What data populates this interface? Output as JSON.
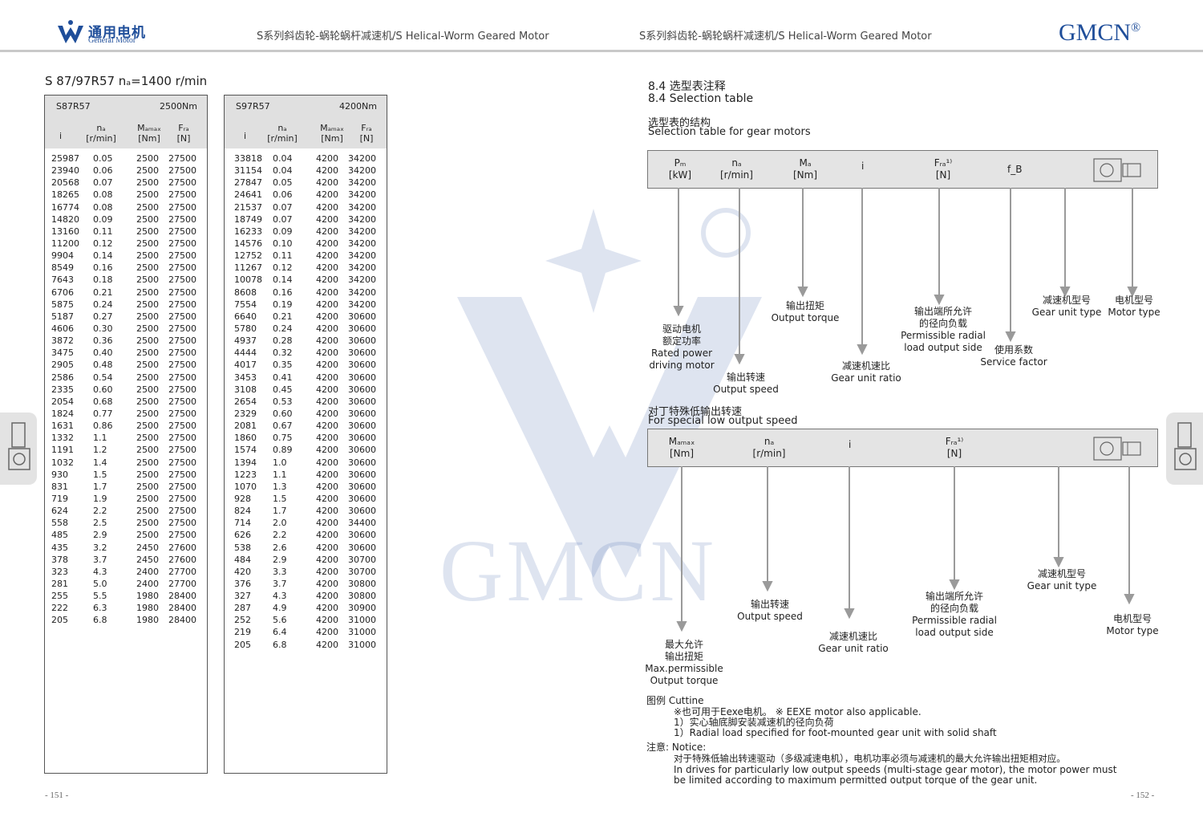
{
  "header": {
    "logo_cn": "通用电机",
    "logo_en": "General Motor",
    "title_left": "S系列斜齿轮-蜗轮蜗杆减速机/S Helical-Worm  Geared Motor",
    "title_right": "S系列斜齿轮-蜗轮蜗杆减速机/S Helical-Worm  Geared Motor",
    "brand": "GMCN",
    "brand_mark": "®"
  },
  "colors": {
    "brand": "#1f4e9a",
    "table_head": "#e0e0e0",
    "arrow": "#9a9a9a"
  },
  "watermark": {
    "text": "GMCN"
  },
  "left_page": {
    "title": "S 87/97R57   nₐ=1400  r/min",
    "page_number": "- 151 -",
    "tables": [
      {
        "model": "S87R57",
        "torque": "2500Nm",
        "headers": {
          "i": "i",
          "na": "nₐ",
          "na_unit": "[r/min]",
          "ma": "Mₐₘₐₓ",
          "ma_unit": "[Nm]",
          "fra": "Fᵣₐ",
          "fra_unit": "[N]"
        },
        "rows": [
          [
            "25987",
            "0.05",
            "2500",
            "27500"
          ],
          [
            "23940",
            "0.06",
            "2500",
            "27500"
          ],
          [
            "20568",
            "0.07",
            "2500",
            "27500"
          ],
          [
            "18265",
            "0.08",
            "2500",
            "27500"
          ],
          [
            "16774",
            "0.08",
            "2500",
            "27500"
          ],
          [
            "14820",
            "0.09",
            "2500",
            "27500"
          ],
          [
            "13160",
            "0.11",
            "2500",
            "27500"
          ],
          [
            "11200",
            "0.12",
            "2500",
            "27500"
          ],
          [
            "9904",
            "0.14",
            "2500",
            "27500"
          ],
          [
            "8549",
            "0.16",
            "2500",
            "27500"
          ],
          [
            "7643",
            "0.18",
            "2500",
            "27500"
          ],
          [
            "6706",
            "0.21",
            "2500",
            "27500"
          ],
          [
            "5875",
            "0.24",
            "2500",
            "27500"
          ],
          [
            "5187",
            "0.27",
            "2500",
            "27500"
          ],
          [
            "4606",
            "0.30",
            "2500",
            "27500"
          ],
          [
            "3872",
            "0.36",
            "2500",
            "27500"
          ],
          [
            "3475",
            "0.40",
            "2500",
            "27500"
          ],
          [
            "2905",
            "0.48",
            "2500",
            "27500"
          ],
          [
            "2586",
            "0.54",
            "2500",
            "27500"
          ],
          [
            "2335",
            "0.60",
            "2500",
            "27500"
          ],
          [
            "2054",
            "0.68",
            "2500",
            "27500"
          ],
          [
            "1824",
            "0.77",
            "2500",
            "27500"
          ],
          [
            "1631",
            "0.86",
            "2500",
            "27500"
          ],
          [
            "1332",
            "1.1",
            "2500",
            "27500"
          ],
          [
            "1191",
            "1.2",
            "2500",
            "27500"
          ],
          [
            "1032",
            "1.4",
            "2500",
            "27500"
          ],
          [
            "930",
            "1.5",
            "2500",
            "27500"
          ],
          [
            "831",
            "1.7",
            "2500",
            "27500"
          ],
          [
            "719",
            "1.9",
            "2500",
            "27500"
          ],
          [
            "624",
            "2.2",
            "2500",
            "27500"
          ],
          [
            "558",
            "2.5",
            "2500",
            "27500"
          ],
          [
            "485",
            "2.9",
            "2500",
            "27500"
          ],
          [
            "435",
            "3.2",
            "2450",
            "27600"
          ],
          [
            "378",
            "3.7",
            "2450",
            "27600"
          ],
          [
            "323",
            "4.3",
            "2400",
            "27700"
          ],
          [
            "281",
            "5.0",
            "2400",
            "27700"
          ],
          [
            "255",
            "5.5",
            "1980",
            "28400"
          ],
          [
            "222",
            "6.3",
            "1980",
            "28400"
          ],
          [
            "205",
            "6.8",
            "1980",
            "28400"
          ]
        ]
      },
      {
        "model": "S97R57",
        "torque": "4200Nm",
        "headers": {
          "i": "i",
          "na": "nₐ",
          "na_unit": "[r/min]",
          "ma": "Mₐₘₐₓ",
          "ma_unit": "[Nm]",
          "fra": "Fᵣₐ",
          "fra_unit": "[N]"
        },
        "rows": [
          [
            "33818",
            "0.04",
            "4200",
            "34200"
          ],
          [
            "31154",
            "0.04",
            "4200",
            "34200"
          ],
          [
            "27847",
            "0.05",
            "4200",
            "34200"
          ],
          [
            "24641",
            "0.06",
            "4200",
            "34200"
          ],
          [
            "21537",
            "0.07",
            "4200",
            "34200"
          ],
          [
            "18749",
            "0.07",
            "4200",
            "34200"
          ],
          [
            "16233",
            "0.09",
            "4200",
            "34200"
          ],
          [
            "14576",
            "0.10",
            "4200",
            "34200"
          ],
          [
            "12752",
            "0.11",
            "4200",
            "34200"
          ],
          [
            "11267",
            "0.12",
            "4200",
            "34200"
          ],
          [
            "10078",
            "0.14",
            "4200",
            "34200"
          ],
          [
            "8608",
            "0.16",
            "4200",
            "34200"
          ],
          [
            "7554",
            "0.19",
            "4200",
            "34200"
          ],
          [
            "6640",
            "0.21",
            "4200",
            "30600"
          ],
          [
            "5780",
            "0.24",
            "4200",
            "30600"
          ],
          [
            "4937",
            "0.28",
            "4200",
            "30600"
          ],
          [
            "4444",
            "0.32",
            "4200",
            "30600"
          ],
          [
            "4017",
            "0.35",
            "4200",
            "30600"
          ],
          [
            "3453",
            "0.41",
            "4200",
            "30600"
          ],
          [
            "3108",
            "0.45",
            "4200",
            "30600"
          ],
          [
            "2654",
            "0.53",
            "4200",
            "30600"
          ],
          [
            "2329",
            "0.60",
            "4200",
            "30600"
          ],
          [
            "2081",
            "0.67",
            "4200",
            "30600"
          ],
          [
            "1860",
            "0.75",
            "4200",
            "30600"
          ],
          [
            "1574",
            "0.89",
            "4200",
            "30600"
          ],
          [
            "1394",
            "1.0",
            "4200",
            "30600"
          ],
          [
            "1223",
            "1.1",
            "4200",
            "30600"
          ],
          [
            "1070",
            "1.3",
            "4200",
            "30600"
          ],
          [
            "928",
            "1.5",
            "4200",
            "30600"
          ],
          [
            "824",
            "1.7",
            "4200",
            "30600"
          ],
          [
            "714",
            "2.0",
            "4200",
            "34400"
          ],
          [
            "626",
            "2.2",
            "4200",
            "30600"
          ],
          [
            "538",
            "2.6",
            "4200",
            "30600"
          ],
          [
            "484",
            "2.9",
            "4200",
            "30700"
          ],
          [
            "420",
            "3.3",
            "4200",
            "30700"
          ],
          [
            "376",
            "3.7",
            "4200",
            "30800"
          ],
          [
            "327",
            "4.3",
            "4200",
            "30800"
          ],
          [
            "287",
            "4.9",
            "4200",
            "30900"
          ],
          [
            "252",
            "5.6",
            "4200",
            "31000"
          ],
          [
            "219",
            "6.4",
            "4200",
            "31000"
          ],
          [
            "205",
            "6.8",
            "4200",
            "31000"
          ]
        ]
      }
    ]
  },
  "right_page": {
    "section_cn": "8.4 选型表注释",
    "section_en": "8.4 Selection table",
    "sub1_cn": "选型表的结构",
    "sub1_en": "Selection table for gear motors",
    "bar1": {
      "pm": "Pₘ",
      "pm_unit": "[kW]",
      "na": "nₐ",
      "na_unit": "[r/min]",
      "ma": "Mₐ",
      "ma_unit": "[Nm]",
      "i": "i",
      "fra": "Fᵣₐ¹⁾",
      "fra_unit": "[N]",
      "fb": "f_B"
    },
    "desc1": {
      "power_cn1": "驱动电机",
      "power_cn2": "额定功率",
      "power_en1": "Rated power",
      "power_en2": "driving motor",
      "speed_cn": "输出转速",
      "speed_en": "Output speed",
      "torque_cn": "输出扭矩",
      "torque_en": "Output torque",
      "ratio_cn": "减速机速比",
      "ratio_en": "Gear unit ratio",
      "load_cn1": "输出端所允许",
      "load_cn2": "的径向负载",
      "load_en1": "Permissible radial",
      "load_en2": "load output side",
      "sf_cn": "使用系数",
      "sf_en": "Service factor",
      "gear_cn": "减速机型号",
      "gear_en": "Gear unit type",
      "motor_cn": "电机型号",
      "motor_en": "Motor type"
    },
    "sub2_cn": "对丁特殊低输出转速",
    "sub2_en": "For special low output speed",
    "bar2": {
      "ma": "Mₐₘₐₓ",
      "ma_unit": "[Nm]",
      "na": "nₐ",
      "na_unit": "[r/min]",
      "i": "i",
      "fra": "Fᵣₐ¹⁾",
      "fra_unit": "[N]"
    },
    "desc2": {
      "max_cn1": "最大允许",
      "max_cn2": "输出扭矩",
      "max_en1": "Max.permissible",
      "max_en2": "Output torque",
      "speed_cn": "输出转速",
      "speed_en": "Output speed",
      "ratio_cn": "减速机速比",
      "ratio_en": "Gear unit ratio",
      "load_cn1": "输出端所允许",
      "load_cn2": "的径向负载",
      "load_en1": "Permissible radial",
      "load_en2": "load output side",
      "gear_cn": "减速机型号",
      "gear_en": "Gear unit type",
      "motor_cn": "电机型号",
      "motor_en": "Motor type"
    },
    "legend": {
      "label": "图例  Cuttine",
      "line1": "※也可用于Eexe电机。  ※ EEXE motor also applicable.",
      "line2": "1）实心轴底脚安装减速机的径向负荷",
      "line3": "1）Radial load specified for foot-mounted gear unit with solid shaft"
    },
    "notice": {
      "label": "注意:  Notice:",
      "line1": "对于特殊低输出转速驱动（多级减速电机），电机功率必须与减速机的最大允许输出扭矩相对应。",
      "line2": "In drives for particularly low output speeds (multi-stage gear motor), the motor power must",
      "line3": "be limited according to maximum permitted output torque of the gear unit."
    },
    "page_number": "- 152 -"
  }
}
